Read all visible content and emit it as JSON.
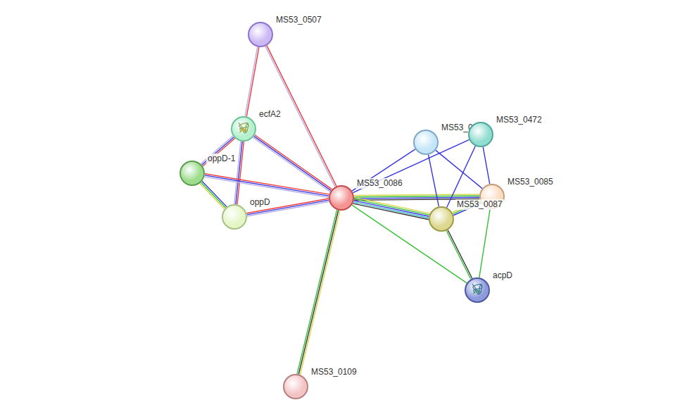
{
  "diagram": {
    "nodes": [
      {
        "text": [
          "MS53_0507"
        ]
      },
      {
        "text": [
          "ecfA2"
        ]
      },
      {
        "text": [
          "MS53_0517"
        ]
      },
      {
        "text": [
          "MS53_0472"
        ]
      },
      {
        "text": [
          "oppD-1"
        ]
      },
      {
        "text": [
          "MS53_0086"
        ]
      },
      {
        "text": [
          "MS53_0085"
        ]
      },
      {
        "text": [
          "oppD"
        ]
      },
      {
        "text": [
          "MS53_0087"
        ]
      },
      {
        "text": [
          "acpD"
        ]
      },
      {
        "text": [
          "MS53_0109"
        ]
      }
    ],
    "edges": [
      {
        "from": 0,
        "to": 1,
        "arrow": "none"
      },
      {
        "from": 0,
        "to": 5,
        "arrow": "none"
      },
      {
        "from": 1,
        "to": 4,
        "arrow": "none"
      },
      {
        "from": 1,
        "to": 7,
        "arrow": "none"
      },
      {
        "from": 1,
        "to": 5,
        "arrow": "none"
      },
      {
        "from": 4,
        "to": 7,
        "arrow": "none"
      },
      {
        "from": 4,
        "to": 5,
        "arrow": "none"
      },
      {
        "from": 7,
        "to": 5,
        "arrow": "none"
      },
      {
        "from": 5,
        "to": 2,
        "arrow": "none"
      },
      {
        "from": 5,
        "to": 3,
        "arrow": "none"
      },
      {
        "from": 5,
        "to": 6,
        "arrow": "none"
      },
      {
        "from": 5,
        "to": 8,
        "arrow": "none"
      },
      {
        "from": 5,
        "to": 9,
        "arrow": "none"
      },
      {
        "from": 5,
        "to": 10,
        "arrow": "none"
      },
      {
        "from": 2,
        "to": 8,
        "arrow": "none"
      },
      {
        "from": 2,
        "to": 6,
        "arrow": "none"
      },
      {
        "from": 3,
        "to": 8,
        "arrow": "none"
      },
      {
        "from": 3,
        "to": 6,
        "arrow": "none"
      },
      {
        "from": 6,
        "to": 8,
        "arrow": "none"
      },
      {
        "from": 8,
        "to": 9,
        "arrow": "none"
      },
      {
        "from": 6,
        "to": 9,
        "arrow": "none"
      }
    ]
  }
}
